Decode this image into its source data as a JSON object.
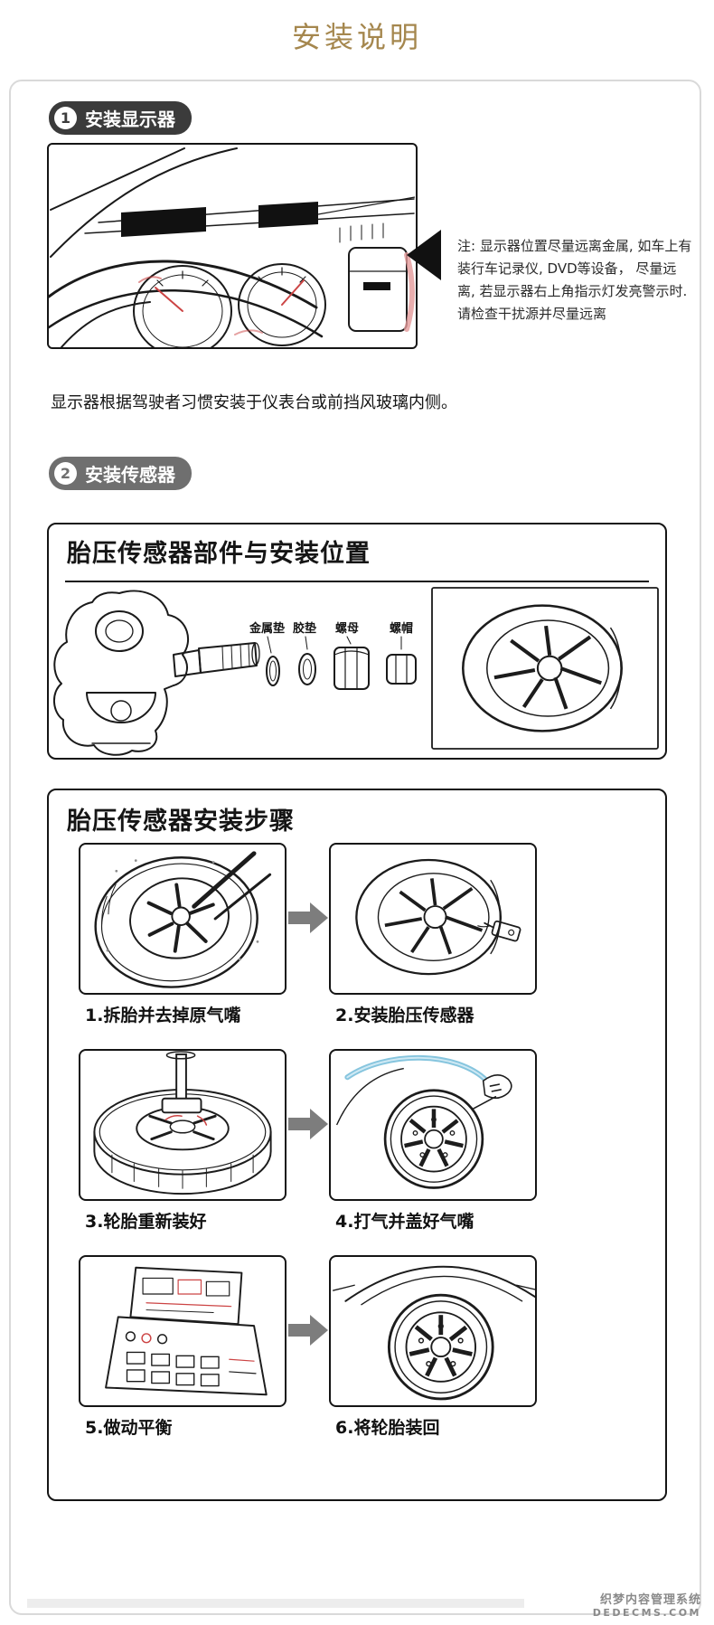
{
  "page": {
    "title": "安装说明"
  },
  "section1": {
    "badge_num": "1",
    "badge_label": "安装显示器",
    "note": "注: 显示器位置尽量远离金属, 如车上有装行车记录仪, DVD等设备， 尽量远离, 若显示器右上角指示灯发亮警示时. 请检查干扰源并尽量远离",
    "caption": "显示器根据驾驶者习惯安装于仪表台或前挡风玻璃内侧。"
  },
  "section2": {
    "badge_num": "2",
    "badge_label": "安装传感器",
    "parts_box": {
      "title": "胎压传感器部件与安装位置",
      "labels": [
        "金属垫",
        "胶垫",
        "螺母",
        "螺帽"
      ]
    },
    "steps_box": {
      "title": "胎压传感器安装步骤",
      "steps": [
        {
          "caption": "1.拆胎并去掉原气嘴"
        },
        {
          "caption": "2.安装胎压传感器"
        },
        {
          "caption": "3.轮胎重新装好"
        },
        {
          "caption": "4.打气并盖好气嘴"
        },
        {
          "caption": "5.做动平衡"
        },
        {
          "caption": "6.将轮胎装回"
        }
      ]
    }
  },
  "watermark": {
    "line1": "织梦内容管理系统",
    "line2": "DEDECMS.COM"
  },
  "colors": {
    "title_gold": "#a5874e",
    "badge1_bg": "#3b3b3b",
    "badge2_bg": "#6f6f6f",
    "frame_gray": "#d9d9d9",
    "line_black": "#151515",
    "arrow_gray": "#7d7d7d",
    "hose_blue": "#86c5de",
    "accent_red": "#cc4444"
  }
}
